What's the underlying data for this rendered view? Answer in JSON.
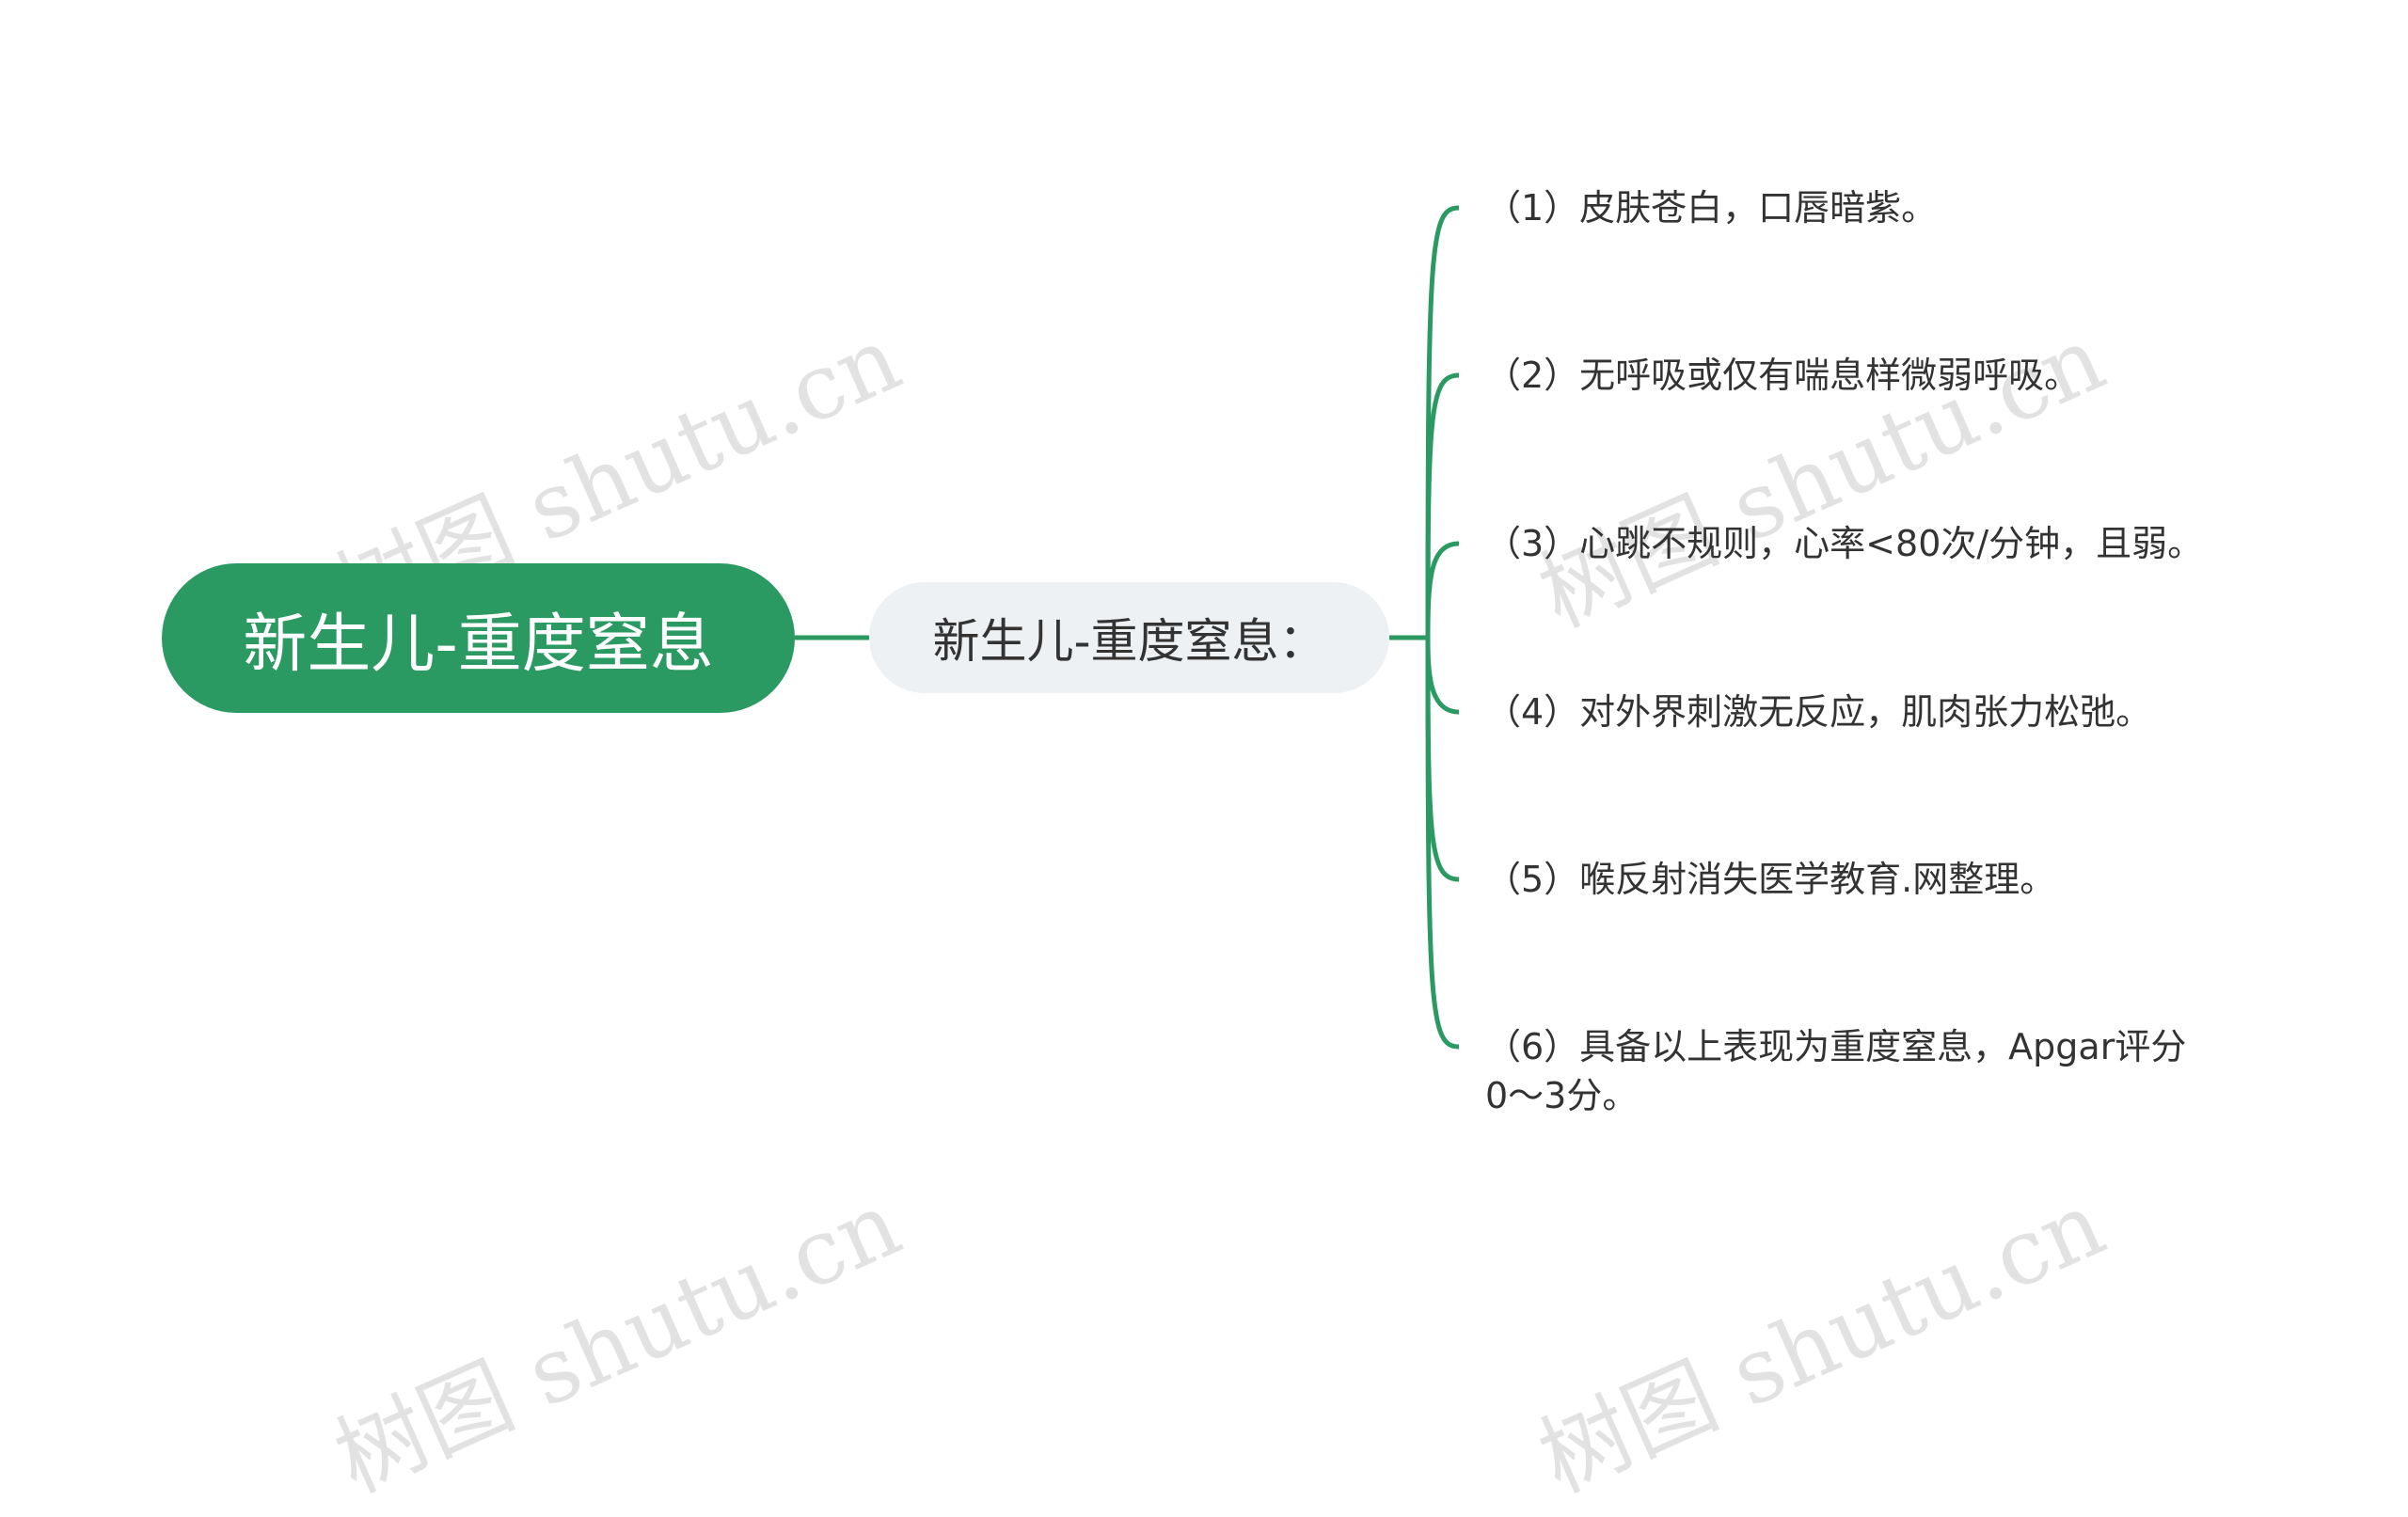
{
  "colors": {
    "accent": "#2a9a62",
    "sub_bg": "#eef1f4",
    "text": "#333333"
  },
  "root": {
    "label": "新生儿-重度窒息"
  },
  "sub": {
    "label": "新生儿-重度窒息："
  },
  "leaves": [
    {
      "label": "（1）皮肤苍白，口唇暗紫。"
    },
    {
      "label": "（2）无呼吸或仅有喘息样微弱呼吸。"
    },
    {
      "label": "（3）心跳不规则，心率<80次/分钟，且弱。"
    },
    {
      "label": "（4）对外界刺激无反应，肌肉张力松弛。"
    },
    {
      "label": "（5）喉反射消失医学教育.网整理。"
    },
    {
      "label": "（6）具备以上表现为重度窒息，Apgar评分\n0～3分。"
    }
  ],
  "watermark": "树图 shutu.cn"
}
